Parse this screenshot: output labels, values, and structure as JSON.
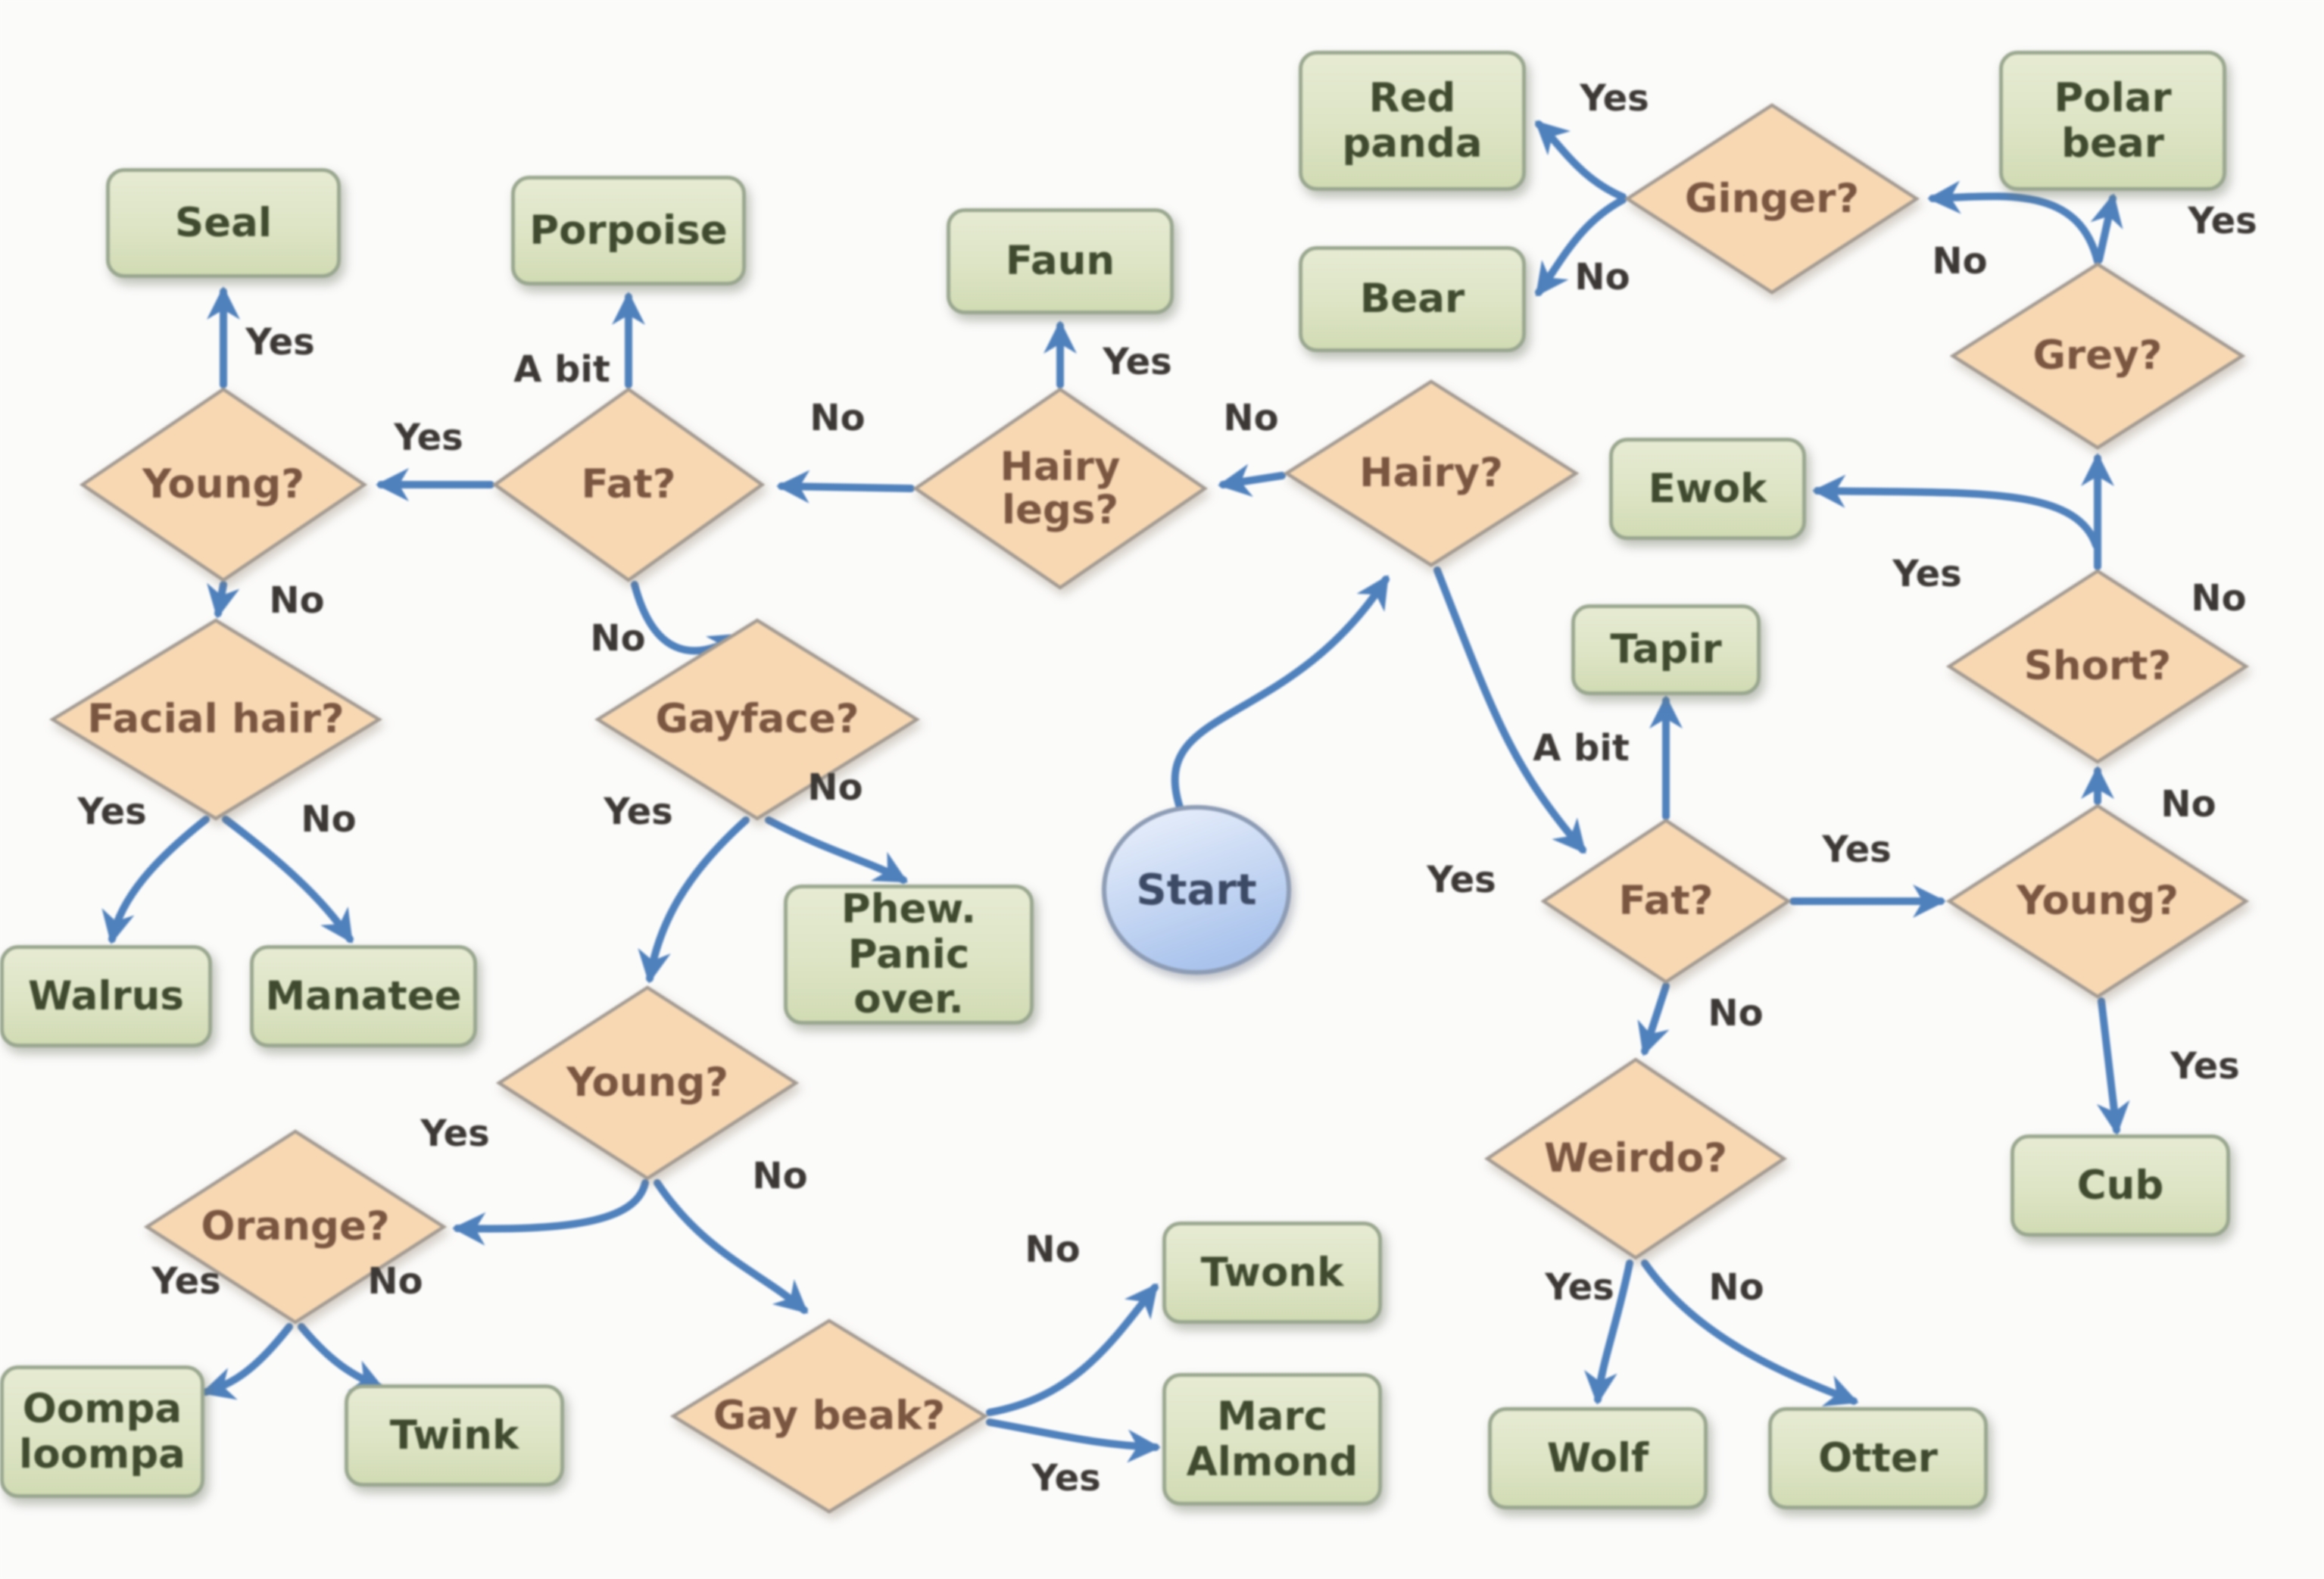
{
  "flowchart": {
    "nodes": {
      "start": {
        "type": "start",
        "label": "Start"
      },
      "hairy": {
        "type": "decision",
        "label": "Hairy?"
      },
      "hairy_legs": {
        "type": "decision",
        "label": [
          "Hairy",
          "legs?"
        ]
      },
      "fat_l": {
        "type": "decision",
        "label": "Fat?"
      },
      "young_tl": {
        "type": "decision",
        "label": "Young?"
      },
      "facial_hair": {
        "type": "decision",
        "label": "Facial hair?"
      },
      "gayface": {
        "type": "decision",
        "label": "Gayface?"
      },
      "young_ll": {
        "type": "decision",
        "label": "Young?"
      },
      "orange": {
        "type": "decision",
        "label": "Orange?"
      },
      "gay_beak": {
        "type": "decision",
        "label": "Gay beak?"
      },
      "fat_r": {
        "type": "decision",
        "label": "Fat?"
      },
      "young_r": {
        "type": "decision",
        "label": "Young?"
      },
      "short": {
        "type": "decision",
        "label": "Short?"
      },
      "grey": {
        "type": "decision",
        "label": "Grey?"
      },
      "ginger": {
        "type": "decision",
        "label": "Ginger?"
      },
      "weirdo": {
        "type": "decision",
        "label": "Weirdo?"
      },
      "seal": {
        "type": "terminal",
        "label": "Seal"
      },
      "porpoise": {
        "type": "terminal",
        "label": "Porpoise"
      },
      "faun": {
        "type": "terminal",
        "label": "Faun"
      },
      "red_panda": {
        "type": "terminal",
        "label": [
          "Red",
          "panda"
        ]
      },
      "bear": {
        "type": "terminal",
        "label": "Bear"
      },
      "polar_bear": {
        "type": "terminal",
        "label": [
          "Polar",
          "bear"
        ]
      },
      "ewok": {
        "type": "terminal",
        "label": "Ewok"
      },
      "tapir": {
        "type": "terminal",
        "label": "Tapir"
      },
      "walrus": {
        "type": "terminal",
        "label": "Walrus"
      },
      "manatee": {
        "type": "terminal",
        "label": "Manatee"
      },
      "phew": {
        "type": "terminal",
        "label": [
          "Phew.",
          "Panic over."
        ]
      },
      "oompa": {
        "type": "terminal",
        "label": [
          "Oompa",
          "loompa"
        ]
      },
      "twink": {
        "type": "terminal",
        "label": "Twink"
      },
      "twonk": {
        "type": "terminal",
        "label": "Twonk"
      },
      "marc_almond": {
        "type": "terminal",
        "label": [
          "Marc",
          "Almond"
        ]
      },
      "wolf": {
        "type": "terminal",
        "label": "Wolf"
      },
      "otter": {
        "type": "terminal",
        "label": "Otter"
      },
      "cub": {
        "type": "terminal",
        "label": "Cub"
      }
    },
    "edges": [
      {
        "from": "start",
        "to": "hairy",
        "label": ""
      },
      {
        "from": "hairy",
        "to": "hairy_legs",
        "label": "No"
      },
      {
        "from": "hairy",
        "to": "fat_r",
        "label": "Yes"
      },
      {
        "from": "hairy_legs",
        "to": "faun",
        "label": "Yes"
      },
      {
        "from": "hairy_legs",
        "to": "fat_l",
        "label": "No"
      },
      {
        "from": "fat_l",
        "to": "porpoise",
        "label": "A bit"
      },
      {
        "from": "fat_l",
        "to": "young_tl",
        "label": "Yes"
      },
      {
        "from": "fat_l",
        "to": "gayface",
        "label": "No"
      },
      {
        "from": "young_tl",
        "to": "seal",
        "label": "Yes"
      },
      {
        "from": "young_tl",
        "to": "facial_hair",
        "label": "No"
      },
      {
        "from": "facial_hair",
        "to": "walrus",
        "label": "Yes"
      },
      {
        "from": "facial_hair",
        "to": "manatee",
        "label": "No"
      },
      {
        "from": "gayface",
        "to": "young_ll",
        "label": "Yes"
      },
      {
        "from": "gayface",
        "to": "phew",
        "label": "No"
      },
      {
        "from": "young_ll",
        "to": "orange",
        "label": "Yes"
      },
      {
        "from": "young_ll",
        "to": "gay_beak",
        "label": "No"
      },
      {
        "from": "orange",
        "to": "oompa",
        "label": "Yes"
      },
      {
        "from": "orange",
        "to": "twink",
        "label": "No"
      },
      {
        "from": "gay_beak",
        "to": "twonk",
        "label": "No"
      },
      {
        "from": "gay_beak",
        "to": "marc_almond",
        "label": "Yes"
      },
      {
        "from": "fat_r",
        "to": "tapir",
        "label": "A bit"
      },
      {
        "from": "fat_r",
        "to": "young_r",
        "label": "Yes"
      },
      {
        "from": "fat_r",
        "to": "weirdo",
        "label": "No"
      },
      {
        "from": "weirdo",
        "to": "wolf",
        "label": "Yes"
      },
      {
        "from": "weirdo",
        "to": "otter",
        "label": "No"
      },
      {
        "from": "young_r",
        "to": "short",
        "label": "No"
      },
      {
        "from": "young_r",
        "to": "cub",
        "label": "Yes"
      },
      {
        "from": "short",
        "to": "ewok",
        "label": "Yes"
      },
      {
        "from": "short",
        "to": "grey",
        "label": "No"
      },
      {
        "from": "grey",
        "to": "polar_bear",
        "label": "Yes"
      },
      {
        "from": "grey",
        "to": "ginger",
        "label": "No"
      },
      {
        "from": "ginger",
        "to": "red_panda",
        "label": "Yes"
      },
      {
        "from": "ginger",
        "to": "bear",
        "label": "No"
      }
    ],
    "colors": {
      "diamond_fill": "#f7d8b3",
      "diamond_border": "#a39b92",
      "diamond_text": "#7a5540",
      "terminal_fill": "#dde4c5",
      "terminal_border": "#9aa78f",
      "terminal_text": "#3f4a2e",
      "arrow": "#4f81bd",
      "label_text": "#3c3835",
      "start_top": "#e4ecfa",
      "start_bottom": "#a9c3ec",
      "start_border": "#8d9cb4",
      "start_text": "#3d4a66",
      "bg": "#fbfbfa"
    }
  }
}
